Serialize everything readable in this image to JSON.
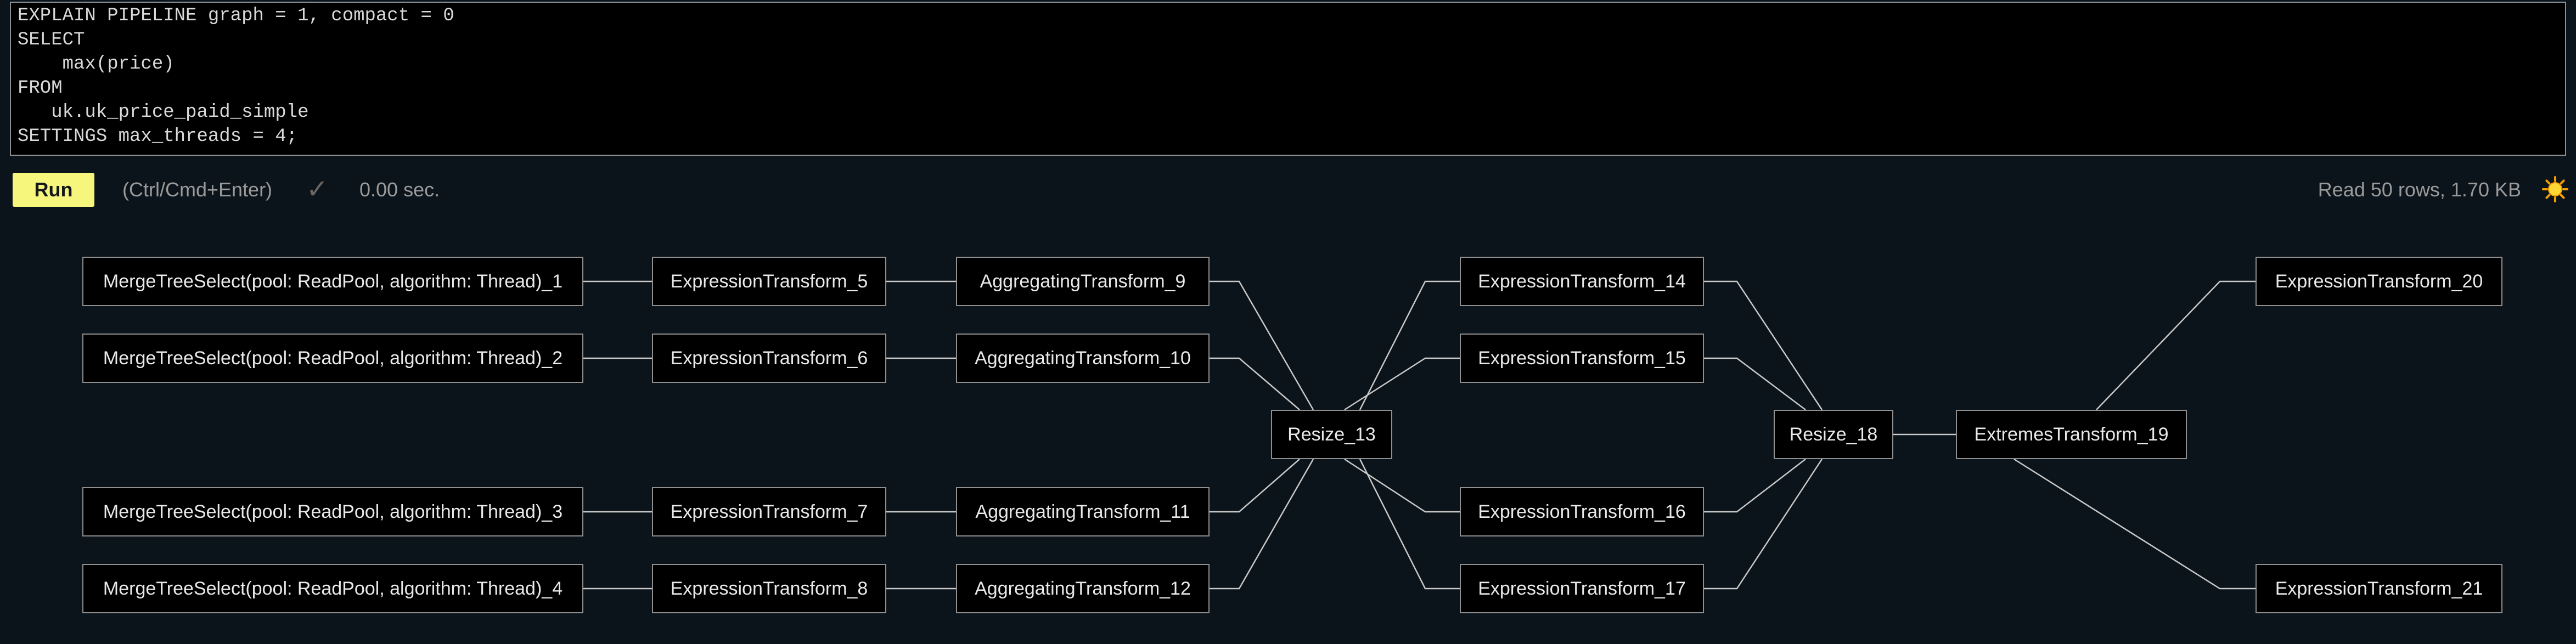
{
  "editor": {
    "query_lines": [
      "EXPLAIN PIPELINE graph = 1, compact = 0",
      "SELECT",
      "    max(price)",
      "FROM",
      "   uk.uk_price_paid_simple",
      "SETTINGS max_threads = 4;"
    ]
  },
  "toolbar": {
    "run_label": "Run",
    "shortcut_hint": "(Ctrl/Cmd+Enter)",
    "check_icon": "✓",
    "elapsed": "0.00 sec.",
    "stats": "Read 50 rows, 1.70 KB",
    "theme_toggle_icon": "sun"
  },
  "colors": {
    "background": "#0c141b",
    "editor_background": "#000000",
    "accent_yellow": "#f6f67c",
    "muted_text": "#9a9a9a",
    "node_fill": "#000000",
    "node_border": "#8f8f8f",
    "edge": "#c9c9c9",
    "sun_yellow": "#fdd835"
  },
  "graph": {
    "nodes": [
      {
        "id": "MergeTreeSelect_1",
        "label": "MergeTreeSelect(pool: ReadPool, algorithm: Thread)_1"
      },
      {
        "id": "MergeTreeSelect_2",
        "label": "MergeTreeSelect(pool: ReadPool, algorithm: Thread)_2"
      },
      {
        "id": "MergeTreeSelect_3",
        "label": "MergeTreeSelect(pool: ReadPool, algorithm: Thread)_3"
      },
      {
        "id": "MergeTreeSelect_4",
        "label": "MergeTreeSelect(pool: ReadPool, algorithm: Thread)_4"
      },
      {
        "id": "ExpressionTransform_5",
        "label": "ExpressionTransform_5"
      },
      {
        "id": "ExpressionTransform_6",
        "label": "ExpressionTransform_6"
      },
      {
        "id": "ExpressionTransform_7",
        "label": "ExpressionTransform_7"
      },
      {
        "id": "ExpressionTransform_8",
        "label": "ExpressionTransform_8"
      },
      {
        "id": "AggregatingTransform_9",
        "label": "AggregatingTransform_9"
      },
      {
        "id": "AggregatingTransform_10",
        "label": "AggregatingTransform_10"
      },
      {
        "id": "AggregatingTransform_11",
        "label": "AggregatingTransform_11"
      },
      {
        "id": "AggregatingTransform_12",
        "label": "AggregatingTransform_12"
      },
      {
        "id": "Resize_13",
        "label": "Resize_13"
      },
      {
        "id": "ExpressionTransform_14",
        "label": "ExpressionTransform_14"
      },
      {
        "id": "ExpressionTransform_15",
        "label": "ExpressionTransform_15"
      },
      {
        "id": "ExpressionTransform_16",
        "label": "ExpressionTransform_16"
      },
      {
        "id": "ExpressionTransform_17",
        "label": "ExpressionTransform_17"
      },
      {
        "id": "Resize_18",
        "label": "Resize_18"
      },
      {
        "id": "ExtremesTransform_19",
        "label": "ExtremesTransform_19"
      },
      {
        "id": "ExpressionTransform_20",
        "label": "ExpressionTransform_20"
      },
      {
        "id": "ExpressionTransform_21",
        "label": "ExpressionTransform_21"
      }
    ],
    "edges": [
      [
        "MergeTreeSelect_1",
        "ExpressionTransform_5"
      ],
      [
        "MergeTreeSelect_2",
        "ExpressionTransform_6"
      ],
      [
        "MergeTreeSelect_3",
        "ExpressionTransform_7"
      ],
      [
        "MergeTreeSelect_4",
        "ExpressionTransform_8"
      ],
      [
        "ExpressionTransform_5",
        "AggregatingTransform_9"
      ],
      [
        "ExpressionTransform_6",
        "AggregatingTransform_10"
      ],
      [
        "ExpressionTransform_7",
        "AggregatingTransform_11"
      ],
      [
        "ExpressionTransform_8",
        "AggregatingTransform_12"
      ],
      [
        "AggregatingTransform_9",
        "Resize_13"
      ],
      [
        "AggregatingTransform_10",
        "Resize_13"
      ],
      [
        "AggregatingTransform_11",
        "Resize_13"
      ],
      [
        "AggregatingTransform_12",
        "Resize_13"
      ],
      [
        "Resize_13",
        "ExpressionTransform_14"
      ],
      [
        "Resize_13",
        "ExpressionTransform_15"
      ],
      [
        "Resize_13",
        "ExpressionTransform_16"
      ],
      [
        "Resize_13",
        "ExpressionTransform_17"
      ],
      [
        "ExpressionTransform_14",
        "Resize_18"
      ],
      [
        "ExpressionTransform_15",
        "Resize_18"
      ],
      [
        "ExpressionTransform_16",
        "Resize_18"
      ],
      [
        "ExpressionTransform_17",
        "Resize_18"
      ],
      [
        "Resize_18",
        "ExtremesTransform_19"
      ],
      [
        "ExtremesTransform_19",
        "ExpressionTransform_20"
      ],
      [
        "ExtremesTransform_19",
        "ExpressionTransform_21"
      ]
    ]
  }
}
